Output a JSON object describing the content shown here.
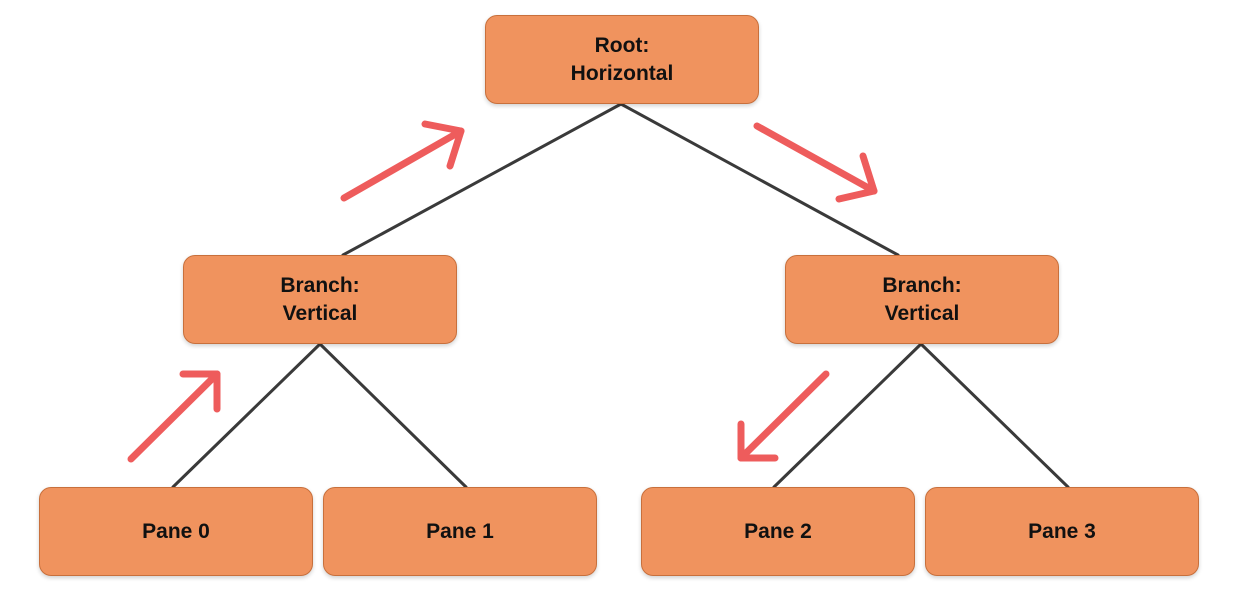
{
  "nodes": {
    "root": {
      "line1": "Root:",
      "line2": "Horizontal"
    },
    "branch_l": {
      "line1": "Branch:",
      "line2": "Vertical"
    },
    "branch_r": {
      "line1": "Branch:",
      "line2": "Vertical"
    },
    "pane0": {
      "label": "Pane 0"
    },
    "pane1": {
      "label": "Pane 1"
    },
    "pane2": {
      "label": "Pane 2"
    },
    "pane3": {
      "label": "Pane 3"
    }
  },
  "colors": {
    "node_fill": "#f0935e",
    "node_border": "#c8703c",
    "edge": "#3a3a3a",
    "arrow": "#ee5c5c"
  }
}
